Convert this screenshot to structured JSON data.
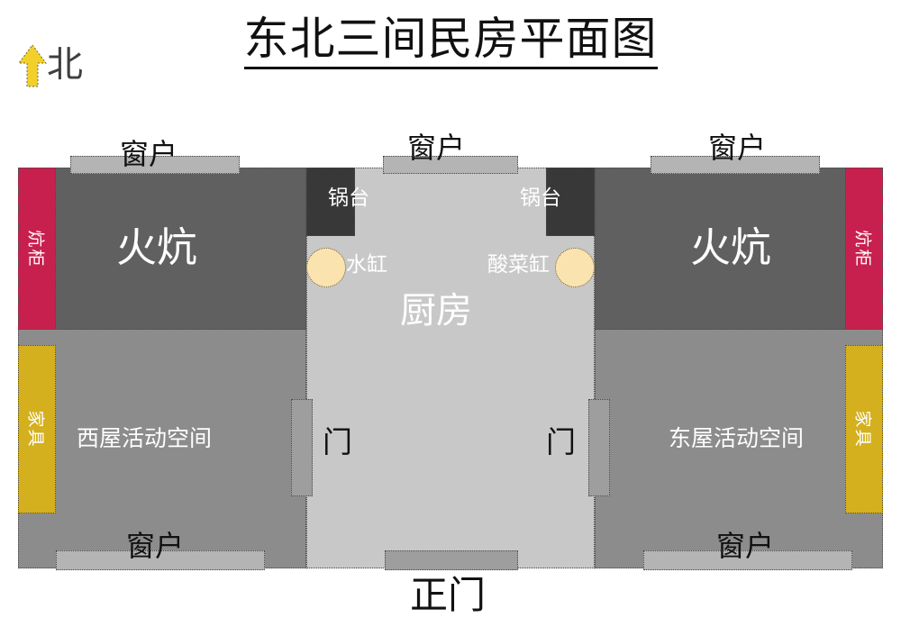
{
  "header": {
    "title": "东北三间民房平面图",
    "compass_label": "北",
    "compass_icon": "north-arrow-icon",
    "compass_color": "#F2CF2B"
  },
  "colors": {
    "background": "#FFFFFF",
    "kang": "#606060",
    "room_floor": "#8C8C8C",
    "kitchen_floor": "#C8C8C8",
    "stove": "#383838",
    "cabinet_crimson": "#C8204E",
    "furniture_yellow": "#D4B01E",
    "window_strip": "#B4B4B4",
    "door_strip": "#9E9E9E",
    "vat_fill": "#FBE3B0",
    "label_dark": "#111111",
    "label_white": "#FFFFFF"
  },
  "plan": {
    "rooms": [
      {
        "id": "west-kang",
        "label": "火炕",
        "label_color": "#FFFFFF"
      },
      {
        "id": "east-kang",
        "label": "火炕",
        "label_color": "#FFFFFF"
      },
      {
        "id": "west-activity",
        "label": "西屋活动空间",
        "label_color": "#FFFFFF"
      },
      {
        "id": "east-activity",
        "label": "东屋活动空间",
        "label_color": "#FFFFFF"
      },
      {
        "id": "kitchen",
        "label": "厨房",
        "label_color": "#FFFFFF"
      }
    ],
    "fixtures": [
      {
        "id": "west-kang-cabinet",
        "label": "炕柜",
        "orientation": "vertical"
      },
      {
        "id": "east-kang-cabinet",
        "label": "炕柜",
        "orientation": "vertical"
      },
      {
        "id": "west-furniture",
        "label": "家具",
        "orientation": "vertical"
      },
      {
        "id": "east-furniture",
        "label": "家具",
        "orientation": "vertical"
      },
      {
        "id": "west-stove",
        "label": "锅台",
        "orientation": "horizontal"
      },
      {
        "id": "east-stove",
        "label": "锅台",
        "orientation": "horizontal"
      },
      {
        "id": "water-vat",
        "label": "水缸",
        "orientation": "horizontal"
      },
      {
        "id": "pickle-vat",
        "label": "酸菜缸",
        "orientation": "horizontal"
      }
    ],
    "windows": [
      {
        "id": "window-north-west",
        "label": "窗户"
      },
      {
        "id": "window-north-center",
        "label": "窗户"
      },
      {
        "id": "window-north-east",
        "label": "窗户"
      },
      {
        "id": "window-south-west",
        "label": "窗户"
      },
      {
        "id": "window-south-east",
        "label": "窗户"
      }
    ],
    "doors": [
      {
        "id": "door-west",
        "label": "门"
      },
      {
        "id": "door-east",
        "label": "门"
      },
      {
        "id": "front-door",
        "label": "正门"
      }
    ]
  }
}
